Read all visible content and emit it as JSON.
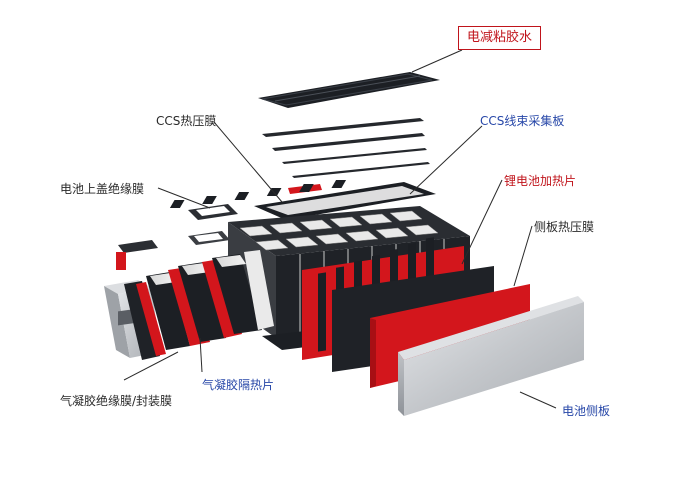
{
  "labels": {
    "adhesive": "电减粘胶水",
    "ccs_film": "CCS热压膜",
    "ccs_board": "CCS线束采集板",
    "cover_insulation": "电池上盖绝缘膜",
    "heater": "锂电池加热片",
    "side_film": "侧板热压膜",
    "aerogel_insulation": "气凝胶绝缘膜/封装膜",
    "aerogel_pad": "气凝胶隔热片",
    "side_plate": "电池侧板"
  },
  "colors": {
    "label_dark": "#2a2a2a",
    "label_blue": "#2747a8",
    "label_red": "#c0141b",
    "film_dark": "#1c1f24",
    "film_red": "#d3161c",
    "plate_silver": "#c9cbce"
  }
}
